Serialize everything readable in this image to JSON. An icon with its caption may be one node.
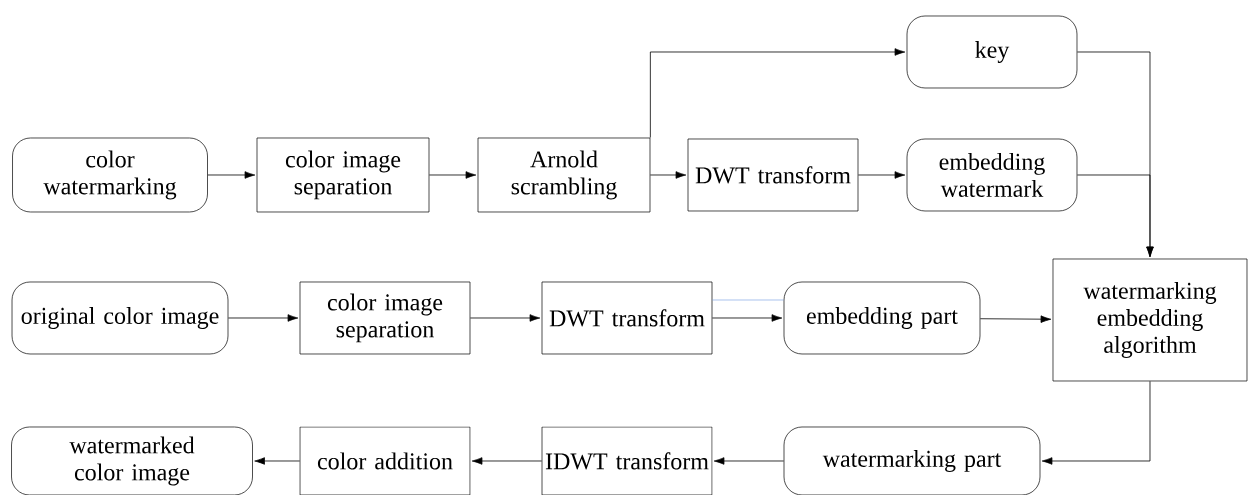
{
  "diagram": {
    "nodes": [
      {
        "text": [
          "color watermarking"
        ]
      },
      {
        "text": [
          "color image separation"
        ]
      },
      {
        "text": [
          "Arnold scrambling"
        ]
      },
      {
        "text": [
          "key"
        ]
      },
      {
        "text": [
          "DWT transform"
        ]
      },
      {
        "text": [
          "embedding watermark"
        ]
      },
      {
        "text": [
          "original color image"
        ]
      },
      {
        "text": [
          "color image separation"
        ]
      },
      {
        "text": [
          "DWT transform"
        ]
      },
      {
        "text": [
          "embedding part"
        ]
      },
      {
        "text": [
          "watermarking embedding algorithm"
        ]
      },
      {
        "text": [
          "watermarked color image"
        ]
      },
      {
        "text": [
          "color addition"
        ]
      },
      {
        "text": [
          "IDWT transform"
        ]
      },
      {
        "text": [
          "watermarking part"
        ]
      }
    ],
    "edges": [
      {
        "from": 0,
        "to": 1,
        "arrow": "to"
      },
      {
        "from": 1,
        "to": 2,
        "arrow": "to"
      },
      {
        "from": 2,
        "to": 3,
        "arrow": "to"
      },
      {
        "from": 2,
        "to": 4,
        "arrow": "to"
      },
      {
        "from": 4,
        "to": 5,
        "arrow": "to"
      },
      {
        "from": 3,
        "to": 10,
        "arrow": "to"
      },
      {
        "from": 5,
        "to": 10,
        "arrow": "to"
      },
      {
        "from": 6,
        "to": 7,
        "arrow": "to"
      },
      {
        "from": 7,
        "to": 8,
        "arrow": "to"
      },
      {
        "from": 8,
        "to": 9,
        "arrow": "none",
        "color": "#6f9be0"
      },
      {
        "from": 8,
        "to": 9,
        "arrow": "to"
      },
      {
        "from": 9,
        "to": 10,
        "arrow": "to"
      },
      {
        "from": 10,
        "to": 14,
        "arrow": "to"
      },
      {
        "from": 14,
        "to": 13,
        "arrow": "to"
      },
      {
        "from": 13,
        "to": 12,
        "arrow": "to"
      },
      {
        "from": 12,
        "to": 11,
        "arrow": "to"
      }
    ]
  }
}
